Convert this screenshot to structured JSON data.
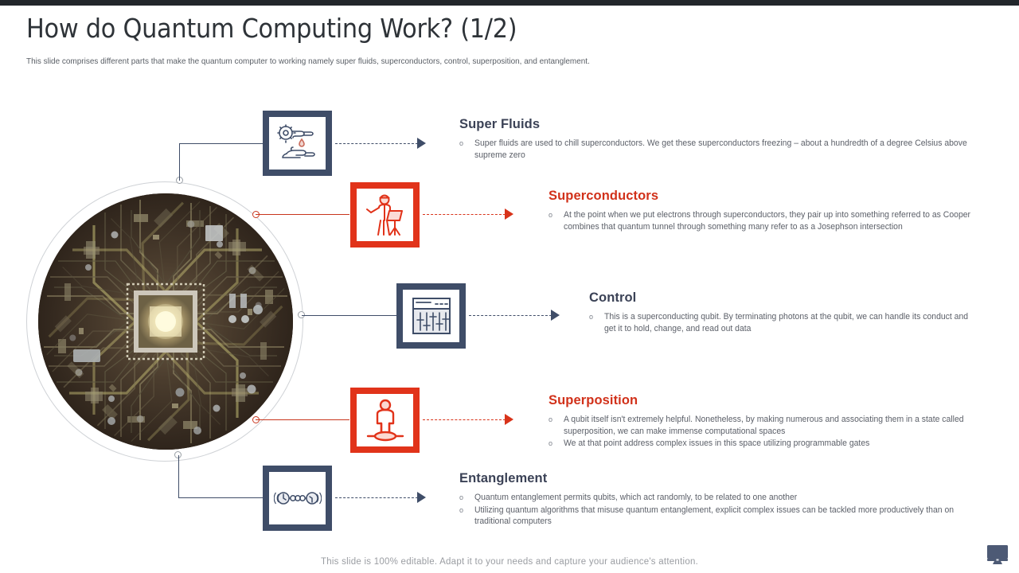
{
  "slide": {
    "title": "How do Quantum Computing Work? (1/2)",
    "subtitle": "This slide comprises different parts that make the quantum computer to working namely super fluids, superconductors, control, superposition, and entanglement.",
    "footer": "This slide is 100% editable. Adapt it to your needs and capture your audience's attention.",
    "bullet_marker": "o"
  },
  "colors": {
    "navy": "#3f4d68",
    "red": "#d8331a",
    "heading_navy": "#3b4256",
    "heading_red": "#d1311a",
    "body_text": "#5c6069",
    "topbar": "#22262b",
    "ring": "#cfd2d6"
  },
  "hero": {
    "name": "quantum-circuit-board-image",
    "alt": "Circular image of a computer circuit board with a central glowing processor chip"
  },
  "sections": [
    {
      "key": "super-fluids",
      "heading": "Super Fluids",
      "accent": "navy",
      "icon": "hand-droplet-gear-icon",
      "bullets": [
        "Super fluids are used to chill superconductors. We get these superconductors freezing – about a hundredth of a degree Celsius above supreme zero"
      ]
    },
    {
      "key": "superconductors",
      "heading": "Superconductors",
      "accent": "red",
      "icon": "presenter-podium-icon",
      "bullets": [
        "At the point when we put electrons through superconductors, they pair up into something referred to as Cooper combines that quantum tunnel through something many refer to  as a Josephson intersection"
      ]
    },
    {
      "key": "control",
      "heading": "Control",
      "accent": "navy",
      "icon": "slider-control-panel-icon",
      "bullets": [
        "This is a superconducting qubit. By terminating photons at the qubit, we can handle its conduct and get it to hold, change, and read out data"
      ]
    },
    {
      "key": "superposition",
      "heading": "Superposition",
      "accent": "red",
      "icon": "person-on-platform-icon",
      "bullets": [
        "A qubit itself isn't extremely helpful. Nonetheless, by making numerous and associating them in a state called superposition, we can make immense computational spaces",
        "We at that point address complex issues in this space utilizing programmable gates"
      ]
    },
    {
      "key": "entanglement",
      "heading": "Entanglement",
      "accent": "navy",
      "icon": "entangled-particles-chain-icon",
      "bullets": [
        "Quantum entanglement permits qubits, which act randomly, to  be related to  one another",
        "Utilizing quantum algorithms that misuse quantum entanglement, explicit complex issues can be tackled more productively than on traditional computers"
      ]
    }
  ]
}
